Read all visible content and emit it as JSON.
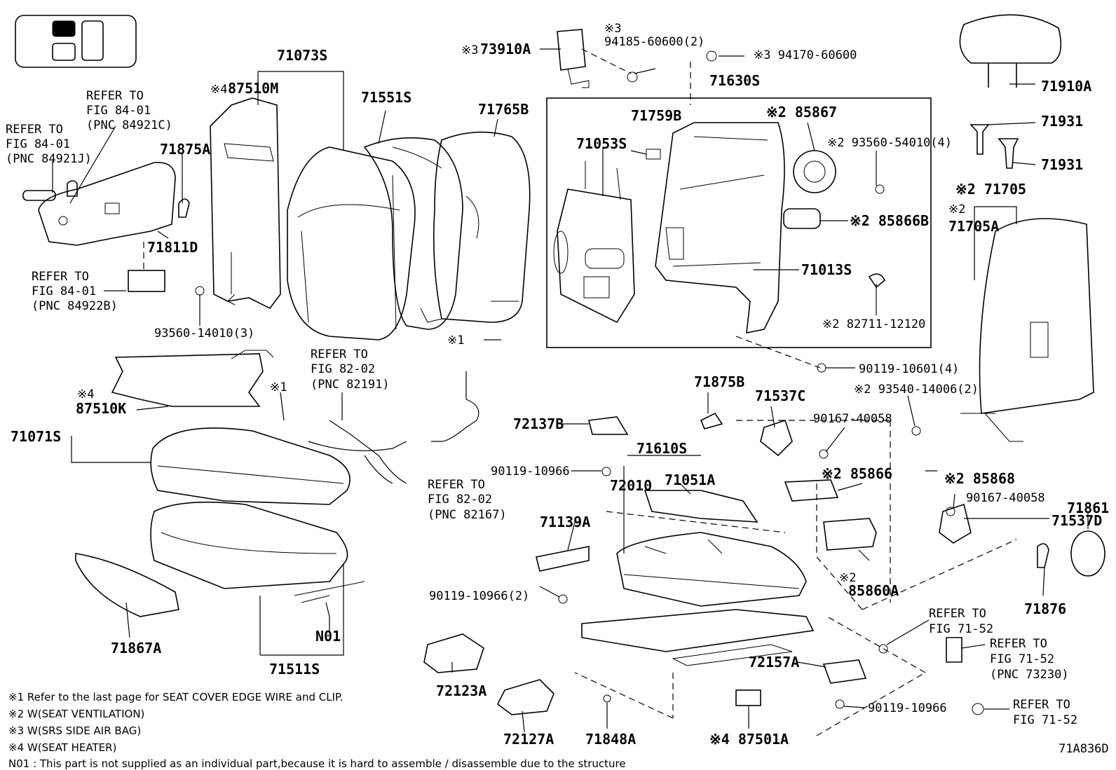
{
  "diagram_id": "71A836D",
  "icon": "seat-position-indicator-icon",
  "labels": {
    "l71073S": "71073S",
    "l87510M_mark": "※4",
    "l87510M": "87510M",
    "l71551S": "71551S",
    "l71765B": "71765B",
    "l73910A_mark": "※3",
    "l73910A": "73910A",
    "l94185_mark": "※3",
    "l94185": "94185-60600(2)",
    "l94170": "※3 94170-60600",
    "l71630S": "71630S",
    "l71910A": "71910A",
    "l71931a": "71931",
    "l71931b": "71931",
    "l71705": "※2 71705",
    "l71705A_mark": "※2",
    "l71705A": "71705A",
    "ref1_a": "REFER TO",
    "ref1_b": "FIG 84-01",
    "ref1_c": "(PNC 84921C)",
    "ref2_a": "REFER TO",
    "ref2_b": "FIG 84-01",
    "ref2_c": "(PNC 84921J)",
    "l71875A": "71875A",
    "l71811D": "71811D",
    "ref3_a": "REFER TO",
    "ref3_b": "FIG 84-01",
    "ref3_c": "(PNC 84922B)",
    "l93560a": "93560-14010(3)",
    "l71759B": "71759B",
    "l85867": "※2 85867",
    "l71053S": "71053S",
    "l93560b": "※2 93560-54010(4)",
    "l85866B": "※2 85866B",
    "l71013S": "71013S",
    "l82711": "※2 82711-12120",
    "mark1a": "※1",
    "mark1b": "※1",
    "l90119a": "90119-10601(4)",
    "ref4_a": "REFER TO",
    "ref4_b": "FIG 82-02",
    "ref4_c": "(PNC 82191)",
    "l87510K_mark": "※4",
    "l87510K": "87510K",
    "l71071S": "71071S",
    "l71875B": "71875B",
    "l71537C": "71537C",
    "l93540": "※2 93540-14006(2)",
    "l72137B": "72137B",
    "l90167a": "90167-40058",
    "l71610S": "71610S",
    "l90119b": "90119-10966",
    "l72010": "72010",
    "l71051A": "71051A",
    "l85866": "※2 85866",
    "l85868": "※2 85868",
    "ref5_a": "REFER TO",
    "ref5_b": "FIG 82-02",
    "ref5_c": "(PNC 82167)",
    "l90167b": "90167-40058",
    "l71861": "71861",
    "l71139A": "71139A",
    "l71537D": "71537D",
    "l85860A_mark": "※2",
    "l85860A": "85860A",
    "l90119c": "90119-10966(2)",
    "l71876": "71876",
    "l71867A": "71867A",
    "lN01": "N01",
    "ref6_a": "REFER TO",
    "ref6_b": "FIG 71-52",
    "ref7_a": "REFER TO",
    "ref7_b": "FIG 71-52",
    "ref7_c": "(PNC 73230)",
    "l71511S": "71511S",
    "l72157A": "72157A",
    "l72123A": "72123A",
    "l90119d": "90119-10966",
    "ref8_a": "REFER TO",
    "ref8_b": "FIG 71-52",
    "l72127A": "72127A",
    "l71848A": "71848A",
    "l87501A": "※4 87501A"
  },
  "notes": [
    "※1 Refer to the last page for SEAT COVER EDGE WIRE and CLIP.",
    "※2 W(SEAT VENTILATION)",
    "※3 W(SRS SIDE AIR BAG)",
    "※4 W(SEAT HEATER)",
    "N01 : This part is not supplied as an individual part,because it is hard to assemble / disassemble due to the structure"
  ]
}
